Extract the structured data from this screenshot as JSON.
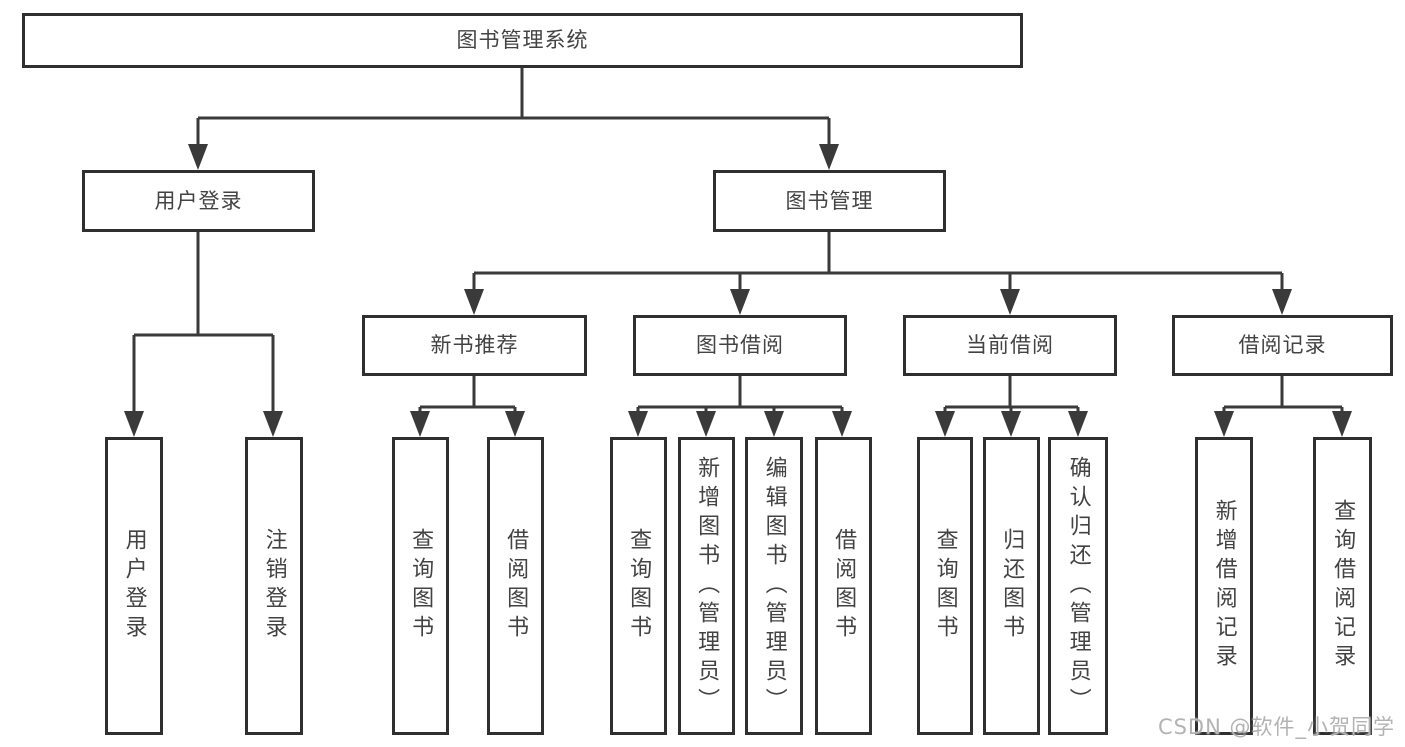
{
  "diagram": {
    "root": {
      "label": "图书管理系统"
    },
    "branches": [
      {
        "label": "用户登录",
        "children": [
          {
            "label": "用户登录"
          },
          {
            "label": "注销登录"
          }
        ]
      },
      {
        "label": "图书管理",
        "children": [
          {
            "label": "新书推荐",
            "children": [
              {
                "label": "查询图书"
              },
              {
                "label": "借阅图书"
              }
            ]
          },
          {
            "label": "图书借阅",
            "children": [
              {
                "label": "查询图书"
              },
              {
                "label": "新增图书（管理员）"
              },
              {
                "label": "编辑图书（管理员）"
              },
              {
                "label": "借阅图书"
              }
            ]
          },
          {
            "label": "当前借阅",
            "children": [
              {
                "label": "查询图书"
              },
              {
                "label": "归还图书"
              },
              {
                "label": "确认归还（管理员）"
              }
            ]
          },
          {
            "label": "借阅记录",
            "children": [
              {
                "label": "新增借阅记录"
              },
              {
                "label": "查询借阅记录"
              }
            ]
          }
        ]
      }
    ]
  },
  "watermark": {
    "text": "CSDN @软件_小贺同学"
  },
  "colors": {
    "background": "#ffffff",
    "box_border": "#2f2f2f",
    "connector_line": "#3a3a3a",
    "text": "#434343",
    "watermark": "#b3b3b3"
  }
}
